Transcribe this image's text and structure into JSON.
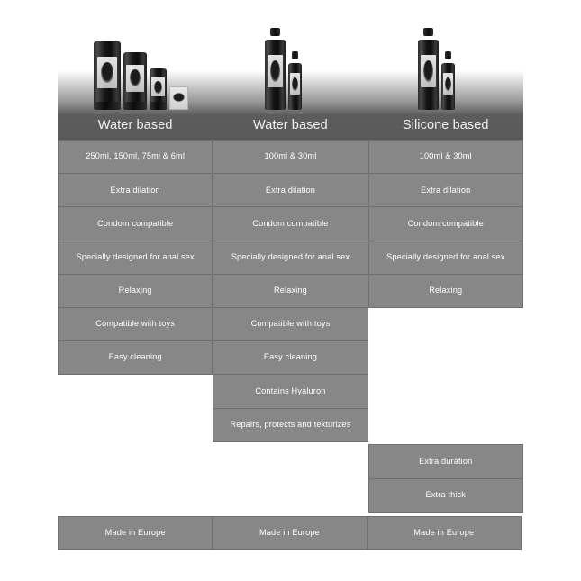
{
  "page": {
    "background": "#ffffff",
    "cell_fill": "#878787",
    "cell_border": "#6e6e6e",
    "header_dark": "#595959",
    "text_color": "#ffffff"
  },
  "header": {
    "columns": [
      {
        "title": "Water based",
        "products": "three-tubes-and-sachet"
      },
      {
        "title": "Water based",
        "products": "two-pump-bottles"
      },
      {
        "title": "Silicone based",
        "products": "two-pump-bottles"
      }
    ]
  },
  "columns": [
    {
      "id": "water-based-tubes",
      "title": "Water based",
      "rows": [
        "250ml, 150ml, 75ml & 6ml",
        "Extra dilation",
        "Condom compatible",
        "Specially designed for anal sex",
        "Relaxing",
        "Compatible with toys",
        "Easy cleaning"
      ],
      "trailing_rows": []
    },
    {
      "id": "water-based-pump",
      "title": "Water based",
      "rows": [
        "100ml & 30ml",
        "Extra dilation",
        "Condom compatible",
        "Specially designed for anal sex",
        "Relaxing",
        "Compatible with toys",
        "Easy cleaning",
        "Contains Hyaluron",
        "Repairs, protects and texturizes"
      ],
      "trailing_rows": []
    },
    {
      "id": "silicone-based-pump",
      "title": "Silicone based",
      "rows": [
        "100ml &  30ml",
        "Extra dilation",
        "Condom compatible",
        "Specially designed for anal sex",
        "Relaxing"
      ],
      "trailing_rows": [
        "Extra duration",
        "Extra thick"
      ]
    }
  ],
  "footer": {
    "cells": [
      "Made in Europe",
      "Made in Europe",
      "Made in Europe"
    ]
  }
}
